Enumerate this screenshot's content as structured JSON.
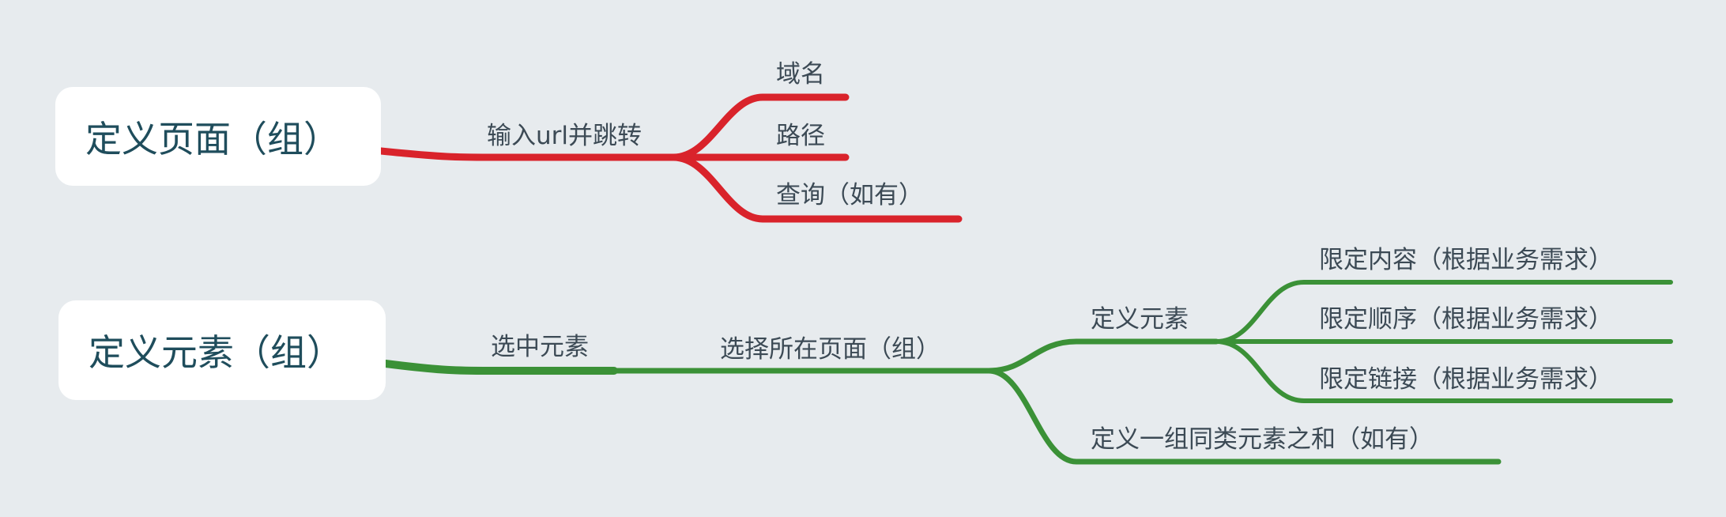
{
  "colors": {
    "page_branch": "#d9232b",
    "element_branch": "#3b9137",
    "background": "#e7ebee"
  },
  "page_group": {
    "title": "定义页面（组）",
    "step": "输入url并跳转",
    "children": [
      "域名",
      "路径",
      "查询（如有）"
    ]
  },
  "element_group": {
    "title": "定义元素（组）",
    "step1": "选中元素",
    "step2": "选择所在页面（组）",
    "define_element": "定义元素",
    "define_children": [
      "限定内容（根据业务需求）",
      "限定顺序（根据业务需求）",
      "限定链接（根据业务需求）"
    ],
    "sum": "定义一组同类元素之和（如有）"
  }
}
